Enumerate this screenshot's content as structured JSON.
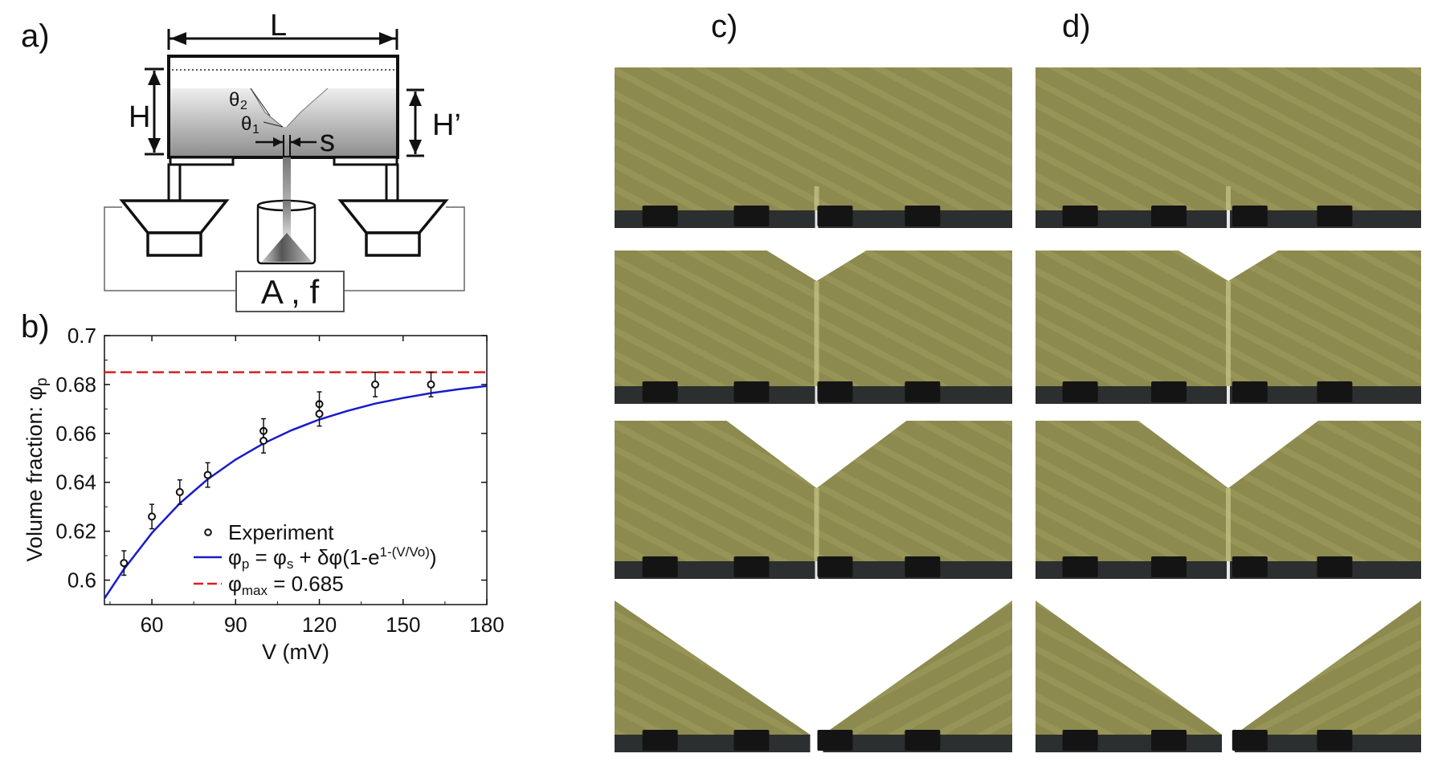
{
  "labels": {
    "a": "a)",
    "b": "b)",
    "c": "c)",
    "d": "d)"
  },
  "diagram": {
    "L": "L",
    "H": "H",
    "H_prime": "H’",
    "theta2_sym": "θ",
    "theta2_sub": "2",
    "theta1_sym": "θ",
    "theta1_sub": "1",
    "s": "s",
    "A_f": "A , f"
  },
  "colors": {
    "fit": "#1a1acc",
    "max": "#d62020",
    "points": "#111111",
    "sand": "#8c8a4e"
  },
  "chart_data": {
    "type": "scatter",
    "xlabel": "V (mV)",
    "ylabel": "Volume fraction: φp",
    "ylabel_main": "Volume fraction: φ",
    "ylabel_sub": "p",
    "xlim": [
      43,
      180
    ],
    "ylim": [
      0.59,
      0.7
    ],
    "xticks": [
      60,
      90,
      120,
      150,
      180
    ],
    "yticks": [
      0.6,
      0.62,
      0.64,
      0.66,
      0.68,
      0.7
    ],
    "ytick_labels": [
      "0.6",
      "0.62",
      "0.64",
      "0.66",
      "0.68",
      "0.7"
    ],
    "experiment": {
      "name": "Experiment",
      "x": [
        50,
        60,
        70,
        80,
        100,
        100,
        120,
        120,
        140,
        160
      ],
      "y": [
        0.607,
        0.626,
        0.636,
        0.643,
        0.661,
        0.657,
        0.672,
        0.668,
        0.68,
        0.68
      ],
      "err": [
        0.005,
        0.005,
        0.005,
        0.005,
        0.005,
        0.005,
        0.005,
        0.005,
        0.005,
        0.005
      ]
    },
    "fit": {
      "x": [
        43,
        50,
        60,
        70,
        80,
        90,
        100,
        110,
        120,
        130,
        140,
        150,
        160,
        170,
        180
      ],
      "y": [
        0.5925,
        0.6045,
        0.6193,
        0.6314,
        0.6413,
        0.6493,
        0.6559,
        0.6613,
        0.6657,
        0.6692,
        0.6722,
        0.6745,
        0.6765,
        0.6781,
        0.6794
      ]
    },
    "max_line": {
      "y": 0.685
    },
    "legend": {
      "experiment": "Experiment",
      "fit_label": "φp = φs + δφ(1-e1-(V/Vo))",
      "fit_p1": "φ",
      "fit_p1_sub": "p",
      "fit_p2": " = φ",
      "fit_p2_sub": "s",
      "fit_p3": " + δφ(1-e",
      "fit_p3_sup": "1-(V/Vo)",
      "fit_p4": ")",
      "max_label": "φmax = 0.685",
      "max_p1": "φ",
      "max_p1_sub": "max",
      "max_p2": " = 0.685"
    }
  }
}
